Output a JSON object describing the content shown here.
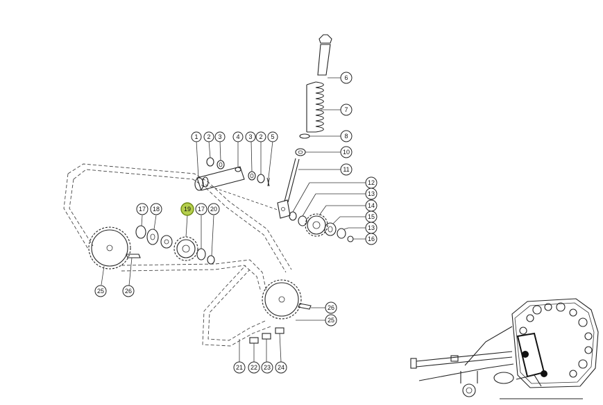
{
  "diagram": {
    "highlighted": "19",
    "highlight_color": "#b5cf4c",
    "callouts": [
      {
        "id": "c1",
        "label": "1"
      },
      {
        "id": "c2a",
        "label": "2"
      },
      {
        "id": "c3a",
        "label": "3"
      },
      {
        "id": "c4",
        "label": "4"
      },
      {
        "id": "c3b",
        "label": "3"
      },
      {
        "id": "c2b",
        "label": "2"
      },
      {
        "id": "c5",
        "label": "5"
      },
      {
        "id": "c6",
        "label": "6"
      },
      {
        "id": "c7",
        "label": "7"
      },
      {
        "id": "c8",
        "label": "8"
      },
      {
        "id": "c10",
        "label": "10"
      },
      {
        "id": "c11",
        "label": "11"
      },
      {
        "id": "c12",
        "label": "12"
      },
      {
        "id": "c13a",
        "label": "13"
      },
      {
        "id": "c14",
        "label": "14"
      },
      {
        "id": "c15",
        "label": "15"
      },
      {
        "id": "c13b",
        "label": "13"
      },
      {
        "id": "c16",
        "label": "16"
      },
      {
        "id": "c17a",
        "label": "17"
      },
      {
        "id": "c18",
        "label": "18"
      },
      {
        "id": "c19",
        "label": "19"
      },
      {
        "id": "c17b",
        "label": "17"
      },
      {
        "id": "c20",
        "label": "20"
      },
      {
        "id": "c25a",
        "label": "25"
      },
      {
        "id": "c26a",
        "label": "26"
      },
      {
        "id": "c26b",
        "label": "26"
      },
      {
        "id": "c25b",
        "label": "25"
      },
      {
        "id": "c21",
        "label": "21"
      },
      {
        "id": "c22",
        "label": "22"
      },
      {
        "id": "c23",
        "label": "23"
      },
      {
        "id": "c24",
        "label": "24"
      }
    ]
  }
}
